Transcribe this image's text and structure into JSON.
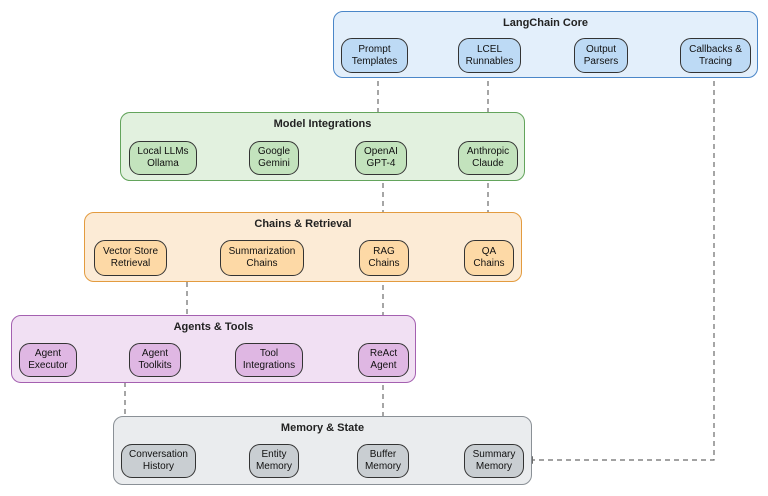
{
  "groups": {
    "core": {
      "title": "LangChain Core",
      "nodes": [
        "Prompt\nTemplates",
        "LCEL\nRunnables",
        "Output\nParsers",
        "Callbacks &\nTracing"
      ]
    },
    "model": {
      "title": "Model Integrations",
      "nodes": [
        "Local LLMs\nOllama",
        "Google\nGemini",
        "OpenAI\nGPT-4",
        "Anthropic\nClaude"
      ]
    },
    "chains": {
      "title": "Chains & Retrieval",
      "nodes": [
        "Vector Store\nRetrieval",
        "Summarization\nChains",
        "RAG\nChains",
        "QA\nChains"
      ]
    },
    "agents": {
      "title": "Agents & Tools",
      "nodes": [
        "Agent\nExecutor",
        "Agent\nToolkits",
        "Tool\nIntegrations",
        "ReAct\nAgent"
      ]
    },
    "memory": {
      "title": "Memory & State",
      "nodes": [
        "Conversation\nHistory",
        "Entity\nMemory",
        "Buffer\nMemory",
        "Summary\nMemory"
      ]
    }
  },
  "colors": {
    "core_bg": "#e3effb",
    "model_bg": "#e2f1df",
    "chains_bg": "#fcebd6",
    "agents_bg": "#f1e0f3",
    "memory_bg": "#eaecee",
    "edge": "#6b6b6b"
  },
  "edges": [
    {
      "from": "Prompt Templates",
      "to": "OpenAI GPT-4"
    },
    {
      "from": "LCEL Runnables",
      "to": "Anthropic Claude"
    },
    {
      "from": "OpenAI GPT-4",
      "to": "RAG Chains"
    },
    {
      "from": "Anthropic Claude",
      "to": "QA Chains"
    },
    {
      "from": "RAG Chains",
      "to": "ReAct Agent"
    },
    {
      "from": "ReAct Agent",
      "to": "Buffer Memory"
    },
    {
      "from": "Vector Store Retrieval",
      "to": "Tool Integrations"
    },
    {
      "from": "Agent Executor",
      "to": "Conversation History"
    },
    {
      "from": "Callbacks & Tracing",
      "to": "Summary Memory"
    }
  ]
}
